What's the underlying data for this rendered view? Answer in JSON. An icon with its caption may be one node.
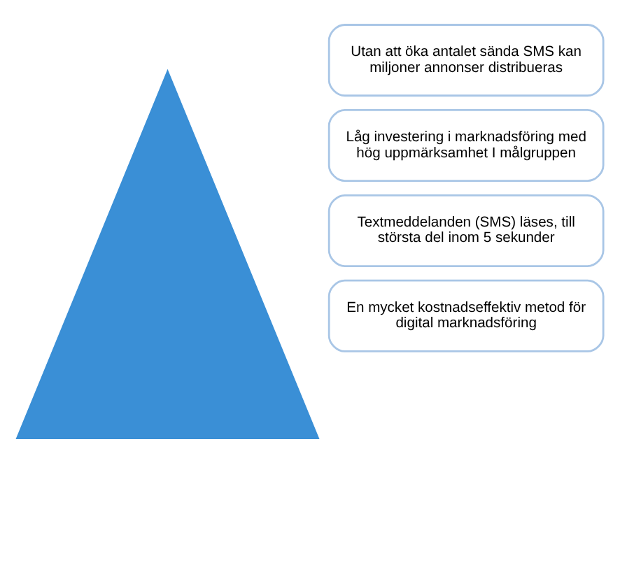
{
  "diagram": {
    "nodes": [
      {
        "text": [],
        "shape": "triangle"
      },
      {
        "text": [
          "Textmeddelanden (SMS) läses, till största del inom 5 sekunder"
        ]
      },
      {
        "text": [
          "Låg investering i marknadsföring med hög uppmärksamhet I målgruppen"
        ]
      },
      {
        "text": [
          "En mycket kostnadseffektiv metod för digital marknadsföring"
        ]
      },
      {
        "text": [
          "Utan att öka antalet sända SMS kan miljoner annonser distribueras"
        ]
      }
    ]
  }
}
